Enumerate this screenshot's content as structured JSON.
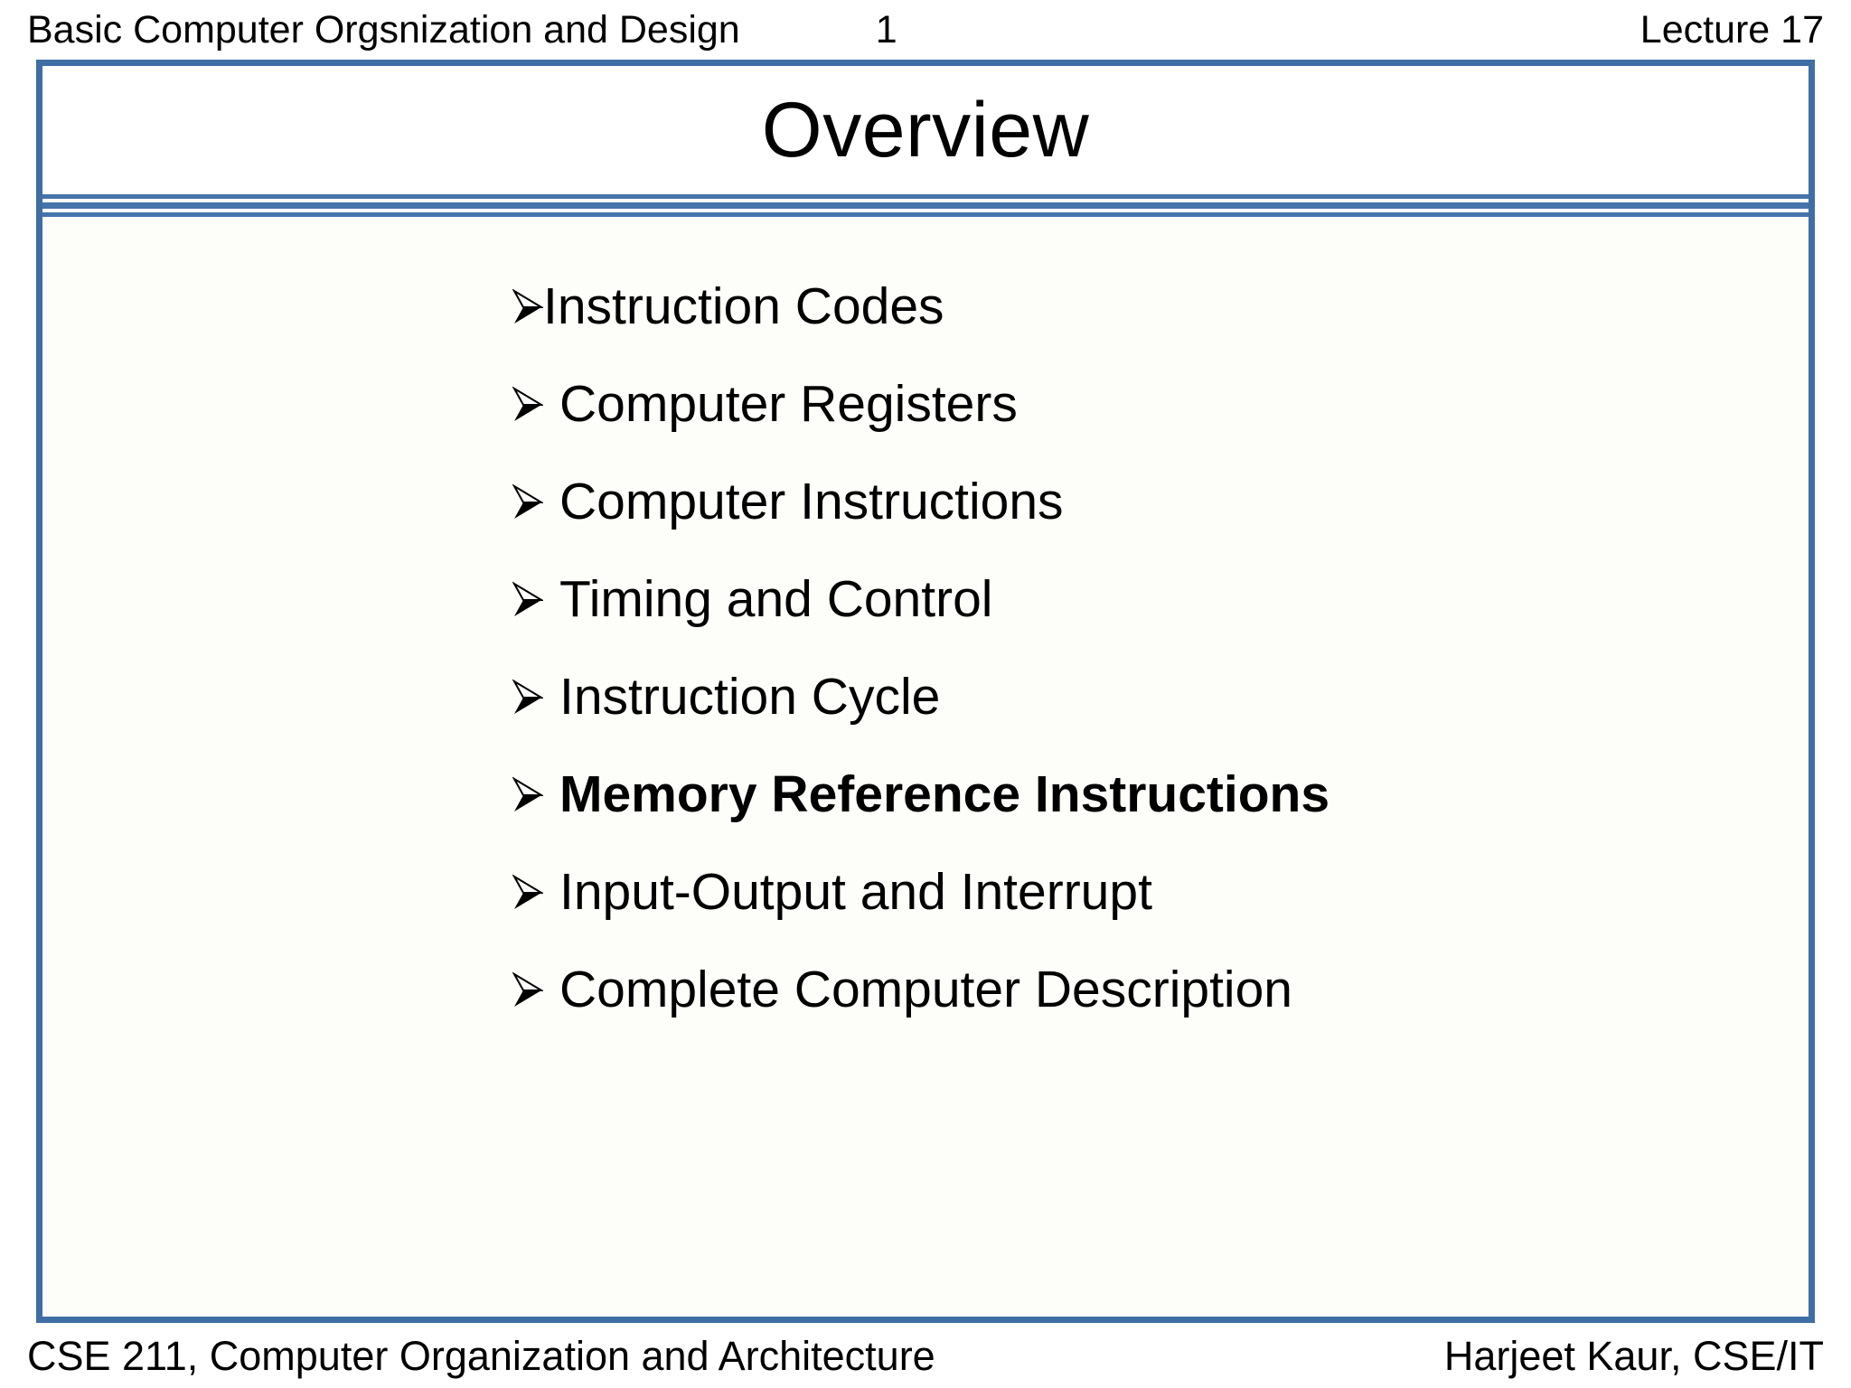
{
  "header": {
    "topic": "Basic Computer Orgsnization and Design",
    "slide_number": "1",
    "lecture": "Lecture 17"
  },
  "slide": {
    "title": "Overview",
    "bullets": [
      {
        "label": "Instruction Codes",
        "marker": "arrowhead-bullet-icon",
        "bold": false,
        "spaced": false
      },
      {
        "label": "Computer Registers",
        "marker": "arrowhead-bullet-icon",
        "bold": false,
        "spaced": true
      },
      {
        "label": "Computer Instructions",
        "marker": "arrowhead-bullet-icon",
        "bold": false,
        "spaced": true
      },
      {
        "label": "Timing and Control",
        "marker": "arrowhead-bullet-icon",
        "bold": false,
        "spaced": true
      },
      {
        "label": "Instruction Cycle",
        "marker": "arrowhead-bullet-icon",
        "bold": false,
        "spaced": true
      },
      {
        "label": "Memory Reference Instructions",
        "marker": "arrowhead-bullet-icon",
        "bold": true,
        "spaced": true
      },
      {
        "label": "Input-Output and Interrupt",
        "marker": "arrowhead-bullet-icon",
        "bold": false,
        "spaced": true
      },
      {
        "label": "Complete Computer Description",
        "marker": "arrowhead-bullet-icon",
        "bold": false,
        "spaced": true
      }
    ]
  },
  "footer": {
    "course": "CSE 211, Computer Organization and Architecture",
    "author": "Harjeet Kaur, CSE/IT"
  },
  "colors": {
    "frame_border": "#3f6ea5",
    "divider_rule": "#4574ab",
    "content_background": "#fdfdfa",
    "title_background": "#ffffff",
    "text": "#000000"
  }
}
